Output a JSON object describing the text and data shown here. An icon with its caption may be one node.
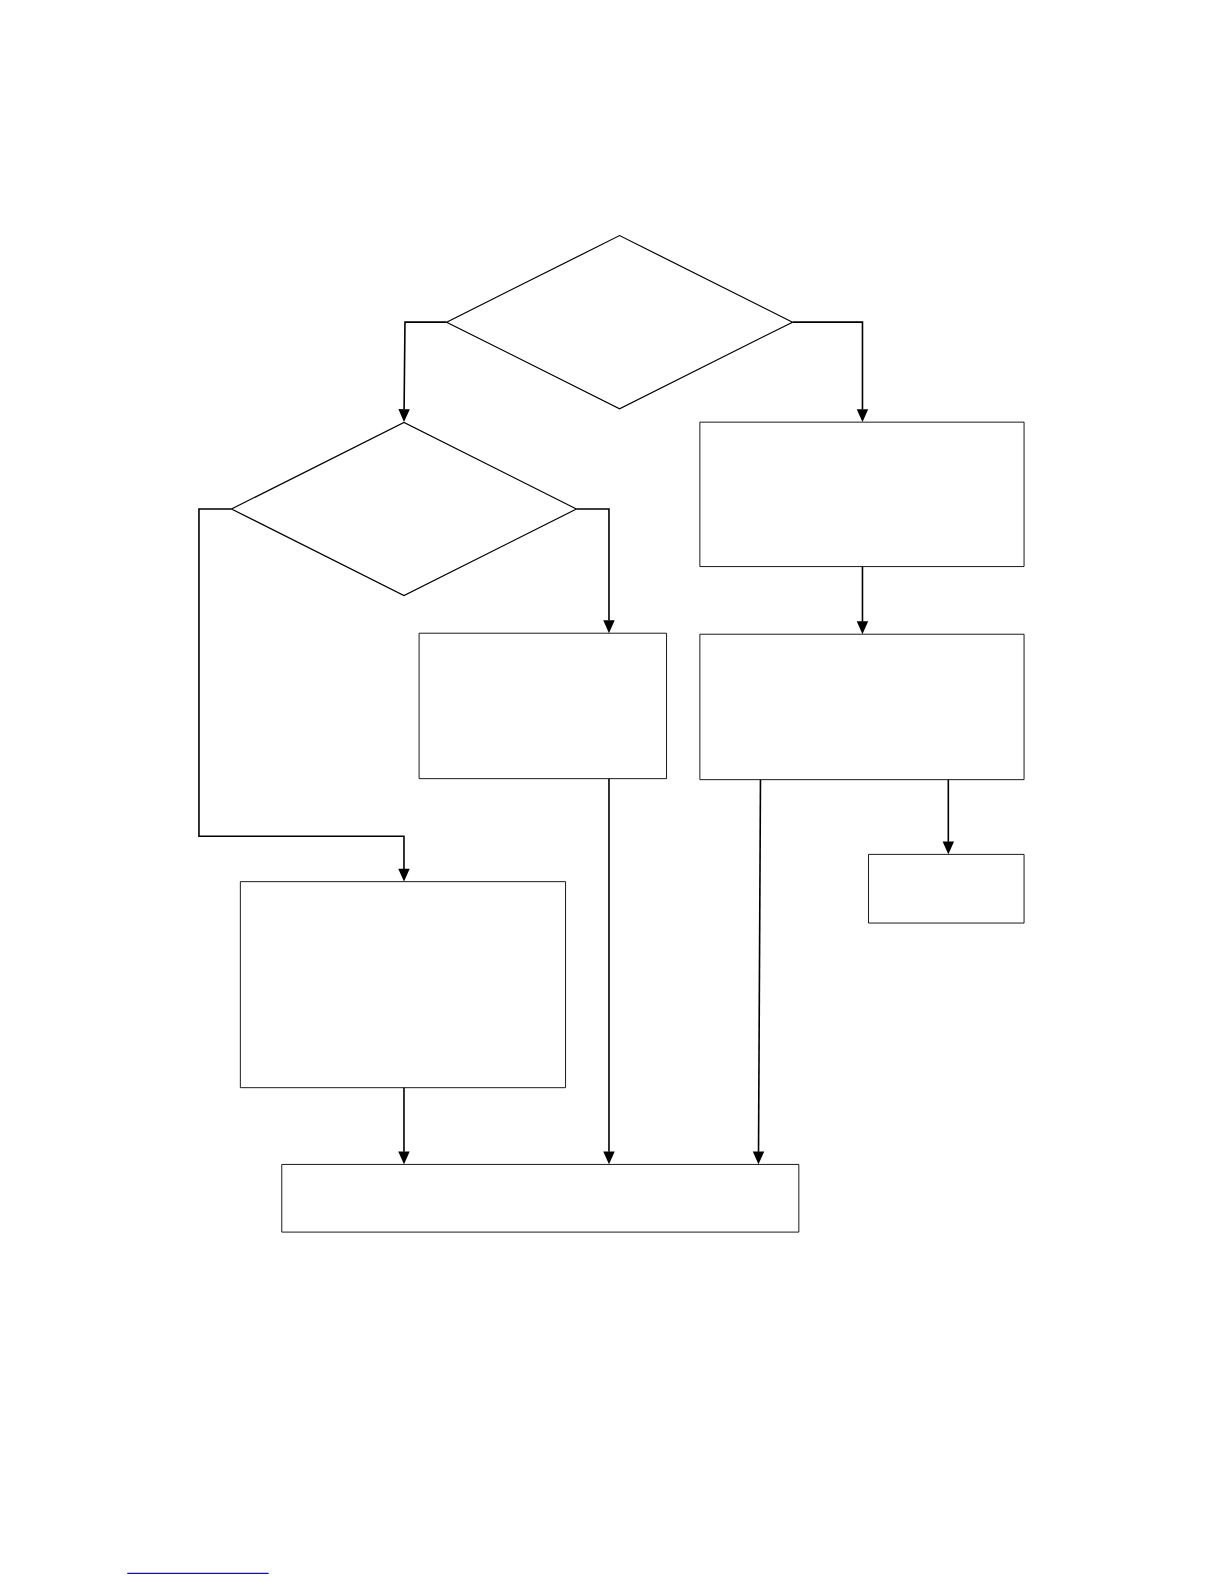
{
  "diagram": {
    "nodes": [
      {
        "text": [],
        "shape": "diamond"
      },
      {
        "text": [],
        "shape": "diamond"
      },
      {
        "text": [],
        "shape": "box"
      },
      {
        "text": [],
        "shape": "box"
      },
      {
        "text": [],
        "shape": "box"
      },
      {
        "text": [],
        "shape": "box"
      },
      {
        "text": [],
        "shape": "box"
      },
      {
        "text": [],
        "shape": "box"
      }
    ],
    "edges": [
      {
        "from": 0,
        "to": 1,
        "arrow": "to"
      },
      {
        "from": 0,
        "to": 2,
        "arrow": "to"
      },
      {
        "from": 1,
        "to": 6,
        "arrow": "to"
      },
      {
        "from": 1,
        "to": 3,
        "arrow": "to"
      },
      {
        "from": 2,
        "to": 4,
        "arrow": "to"
      },
      {
        "from": 3,
        "to": 7,
        "arrow": "to"
      },
      {
        "from": 4,
        "to": 7,
        "arrow": "to"
      },
      {
        "from": 4,
        "to": 5,
        "arrow": "to"
      },
      {
        "from": 6,
        "to": 7,
        "arrow": "to"
      }
    ]
  }
}
